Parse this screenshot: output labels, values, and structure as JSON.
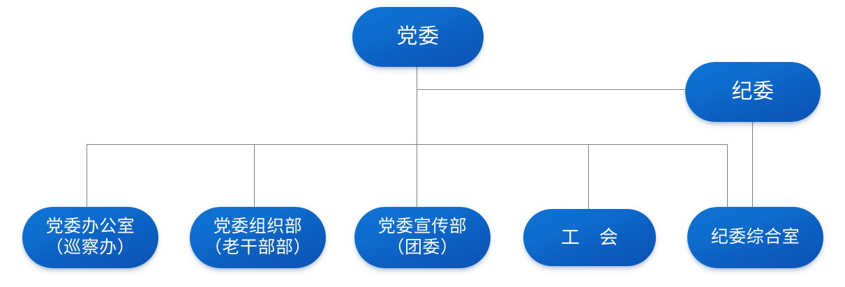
{
  "chart_data": {
    "type": "diagram",
    "subtype": "organization-chart",
    "title": "",
    "orientation": "top-down",
    "node_shape": "rounded-pill",
    "node_fill": "#0d6ccd",
    "node_text_color": "#ffffff",
    "connector_color": "#7f7f7f",
    "background": "#ffffff",
    "nodes": [
      {
        "id": "dangwei",
        "label": "党委",
        "level": 0
      },
      {
        "id": "jiwei",
        "label": "纪委",
        "level": 1
      },
      {
        "id": "bangongshi",
        "label": "党委办公室\n（巡察办）",
        "level": 2
      },
      {
        "id": "zuzhibu",
        "label": "党委组织部\n（老干部部）",
        "level": 2
      },
      {
        "id": "xuanchuanbu",
        "label": "党委宣传部\n（团委）",
        "level": 2
      },
      {
        "id": "gonghui",
        "label": "工　会",
        "level": 2
      },
      {
        "id": "zonghesuo",
        "label": "纪委综合室",
        "level": 2
      }
    ],
    "edges": [
      {
        "from": "dangwei",
        "to": "jiwei"
      },
      {
        "from": "dangwei",
        "to": "bangongshi"
      },
      {
        "from": "dangwei",
        "to": "zuzhibu"
      },
      {
        "from": "dangwei",
        "to": "xuanchuanbu"
      },
      {
        "from": "dangwei",
        "to": "gonghui"
      },
      {
        "from": "dangwei",
        "to": "zonghesuo"
      },
      {
        "from": "jiwei",
        "to": "zonghesuo"
      }
    ]
  },
  "nodes": {
    "dangwei": {
      "label": "党委"
    },
    "jiwei": {
      "label": "纪委"
    },
    "bangongshi": {
      "label": "党委办公室\n（巡察办）"
    },
    "zuzhibu": {
      "label": "党委组织部\n（老干部部）"
    },
    "xuanchuanbu": {
      "label": "党委宣传部\n（团委）"
    },
    "gonghui": {
      "label": "工　会"
    },
    "zonghesuo": {
      "label": "纪委综合室"
    }
  }
}
